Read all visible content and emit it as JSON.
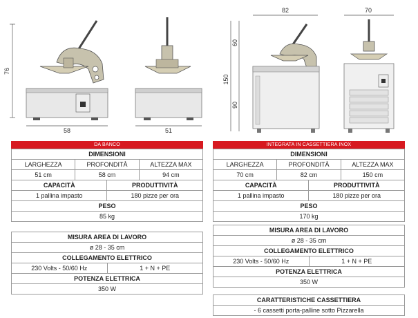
{
  "drawings": {
    "left_height": "76",
    "left_width": "58",
    "mid_width": "51",
    "right_top_width": "82",
    "right_top_depth": "70",
    "right_upper": "60",
    "right_total": "150",
    "right_lower": "90"
  },
  "left": {
    "banner": "DA BANCO",
    "dimensions_title": "DIMENSIONI",
    "dim_headers": [
      "LARGHEZZA",
      "PROFONDITÀ",
      "ALTEZZA MAX"
    ],
    "dim_values": [
      "51 cm",
      "58 cm",
      "94 cm"
    ],
    "capacity_title": "CAPACITÀ",
    "productivity_title": "PRODUTTIVITÀ",
    "capacity_value": "1 pallina impasto",
    "productivity_value": "180 pizze per ora",
    "weight_title": "PESO",
    "weight_value": "85 kg",
    "work_area_title": "MISURA AREA DI LAVORO",
    "work_area_value": "ø 28 - 35 cm",
    "electrical_title": "COLLEGAMENTO ELETTRICO",
    "electrical_voltage": "230 Volts - 50/60 Hz",
    "electrical_phase": "1 + N + PE",
    "power_title": "POTENZA ELETTRICA",
    "power_value": "350 W"
  },
  "right": {
    "banner": "INTEGRATA IN CASSETTIERA INOX",
    "dimensions_title": "DIMENSIONI",
    "dim_headers": [
      "LARGHEZZA",
      "PROFONDITÀ",
      "ALTEZZA MAX"
    ],
    "dim_values": [
      "70 cm",
      "82 cm",
      "150 cm"
    ],
    "capacity_title": "CAPACITÀ",
    "productivity_title": "PRODUTTIVITÀ",
    "capacity_value": "1 pallina impasto",
    "productivity_value": "180 pizze per ora",
    "weight_title": "PESO",
    "weight_value": "170 kg",
    "work_area_title": "MISURA AREA DI LAVORO",
    "work_area_value": "ø 28 - 35 cm",
    "electrical_title": "COLLEGAMENTO ELETTRICO",
    "electrical_voltage": "230 Volts - 50/60 Hz",
    "electrical_phase": "1 + N + PE",
    "power_title": "POTENZA ELETTRICA",
    "power_value": "350 W",
    "drawers_title": "CARATTERISTICHE CASSETTIERA",
    "drawers_value": "- 6 cassetti porta-palline sotto Pizzarella"
  }
}
